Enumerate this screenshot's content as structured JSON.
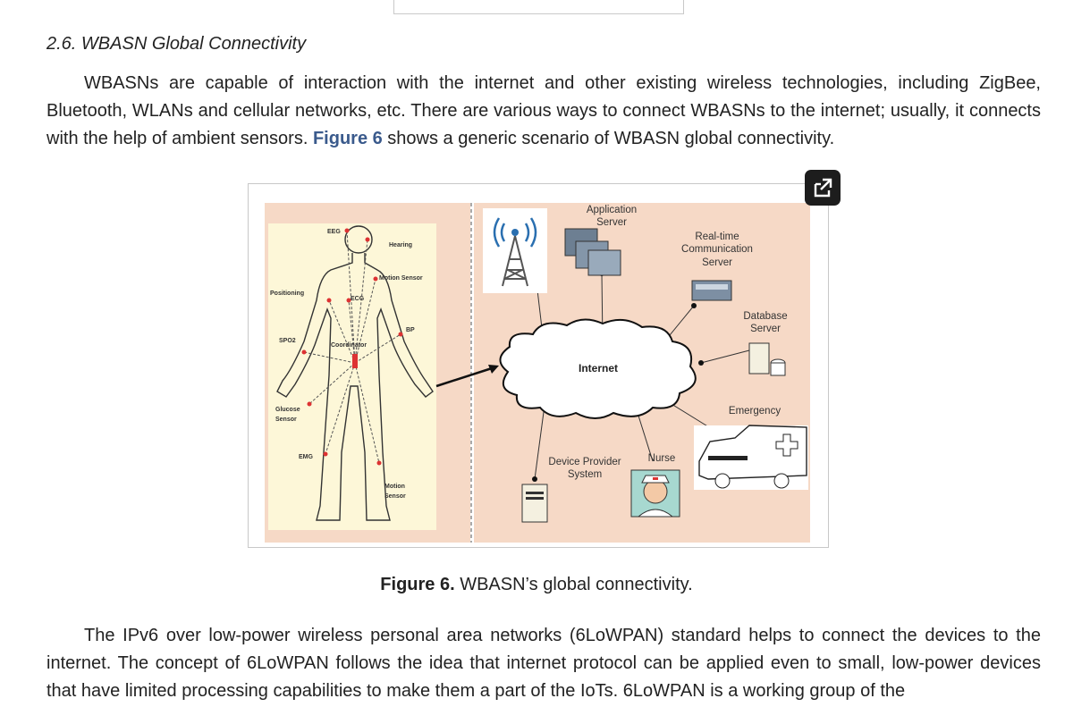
{
  "section": {
    "heading": "2.6. WBASN Global Connectivity"
  },
  "paragraph1": {
    "before_link": "WBASNs are capable of interaction with the internet and other existing wireless technologies, including ZigBee, Bluetooth, WLANs and cellular networks, etc. There are various ways to connect WBASNs to the internet; usually, it connects with the help of ambient sensors. ",
    "link": "Figure 6",
    "after_link": " shows a generic scenario of WBASN global connectivity."
  },
  "figure": {
    "expand_icon": "expand-external-icon",
    "caption_label": "Figure 6.",
    "caption_text": " WBASN’s global connectivity.",
    "body_labels": {
      "eeg": "EEG",
      "hearing": "Hearing",
      "motion_sensor_top": "Motion Sensor",
      "positioning": "Positioning",
      "ecg": "ECG",
      "bp": "BP",
      "spo2": "SPO2",
      "coordinator": "Coordinator",
      "glucose": "Glucose",
      "sensor": "Sensor",
      "emg": "EMG",
      "motion": "Motion",
      "motion_sensor_bottom": "Sensor"
    },
    "network_labels": {
      "application": "Application",
      "server": "Server",
      "realtime": "Real-time",
      "communication": "Communication",
      "rt_server": "Server",
      "database": "Database",
      "db_server": "Server",
      "internet": "Internet",
      "emergency": "Emergency",
      "device_provider": "Device Provider",
      "system": "System",
      "nurse": "Nurse"
    }
  },
  "paragraph2": {
    "text": "The IPv6 over low-power wireless personal area networks (6LoWPAN) standard helps to connect the devices to the internet. The concept of 6LoWPAN follows the idea that internet protocol can be applied even to small, low-power devices that have limited processing capabilities to make them a part of the IoTs. 6LoWPAN is a working group of the"
  },
  "colors": {
    "panel_bg": "#f6d9c6",
    "body_bg": "#fdf7d8",
    "link": "#3a5a8c"
  }
}
